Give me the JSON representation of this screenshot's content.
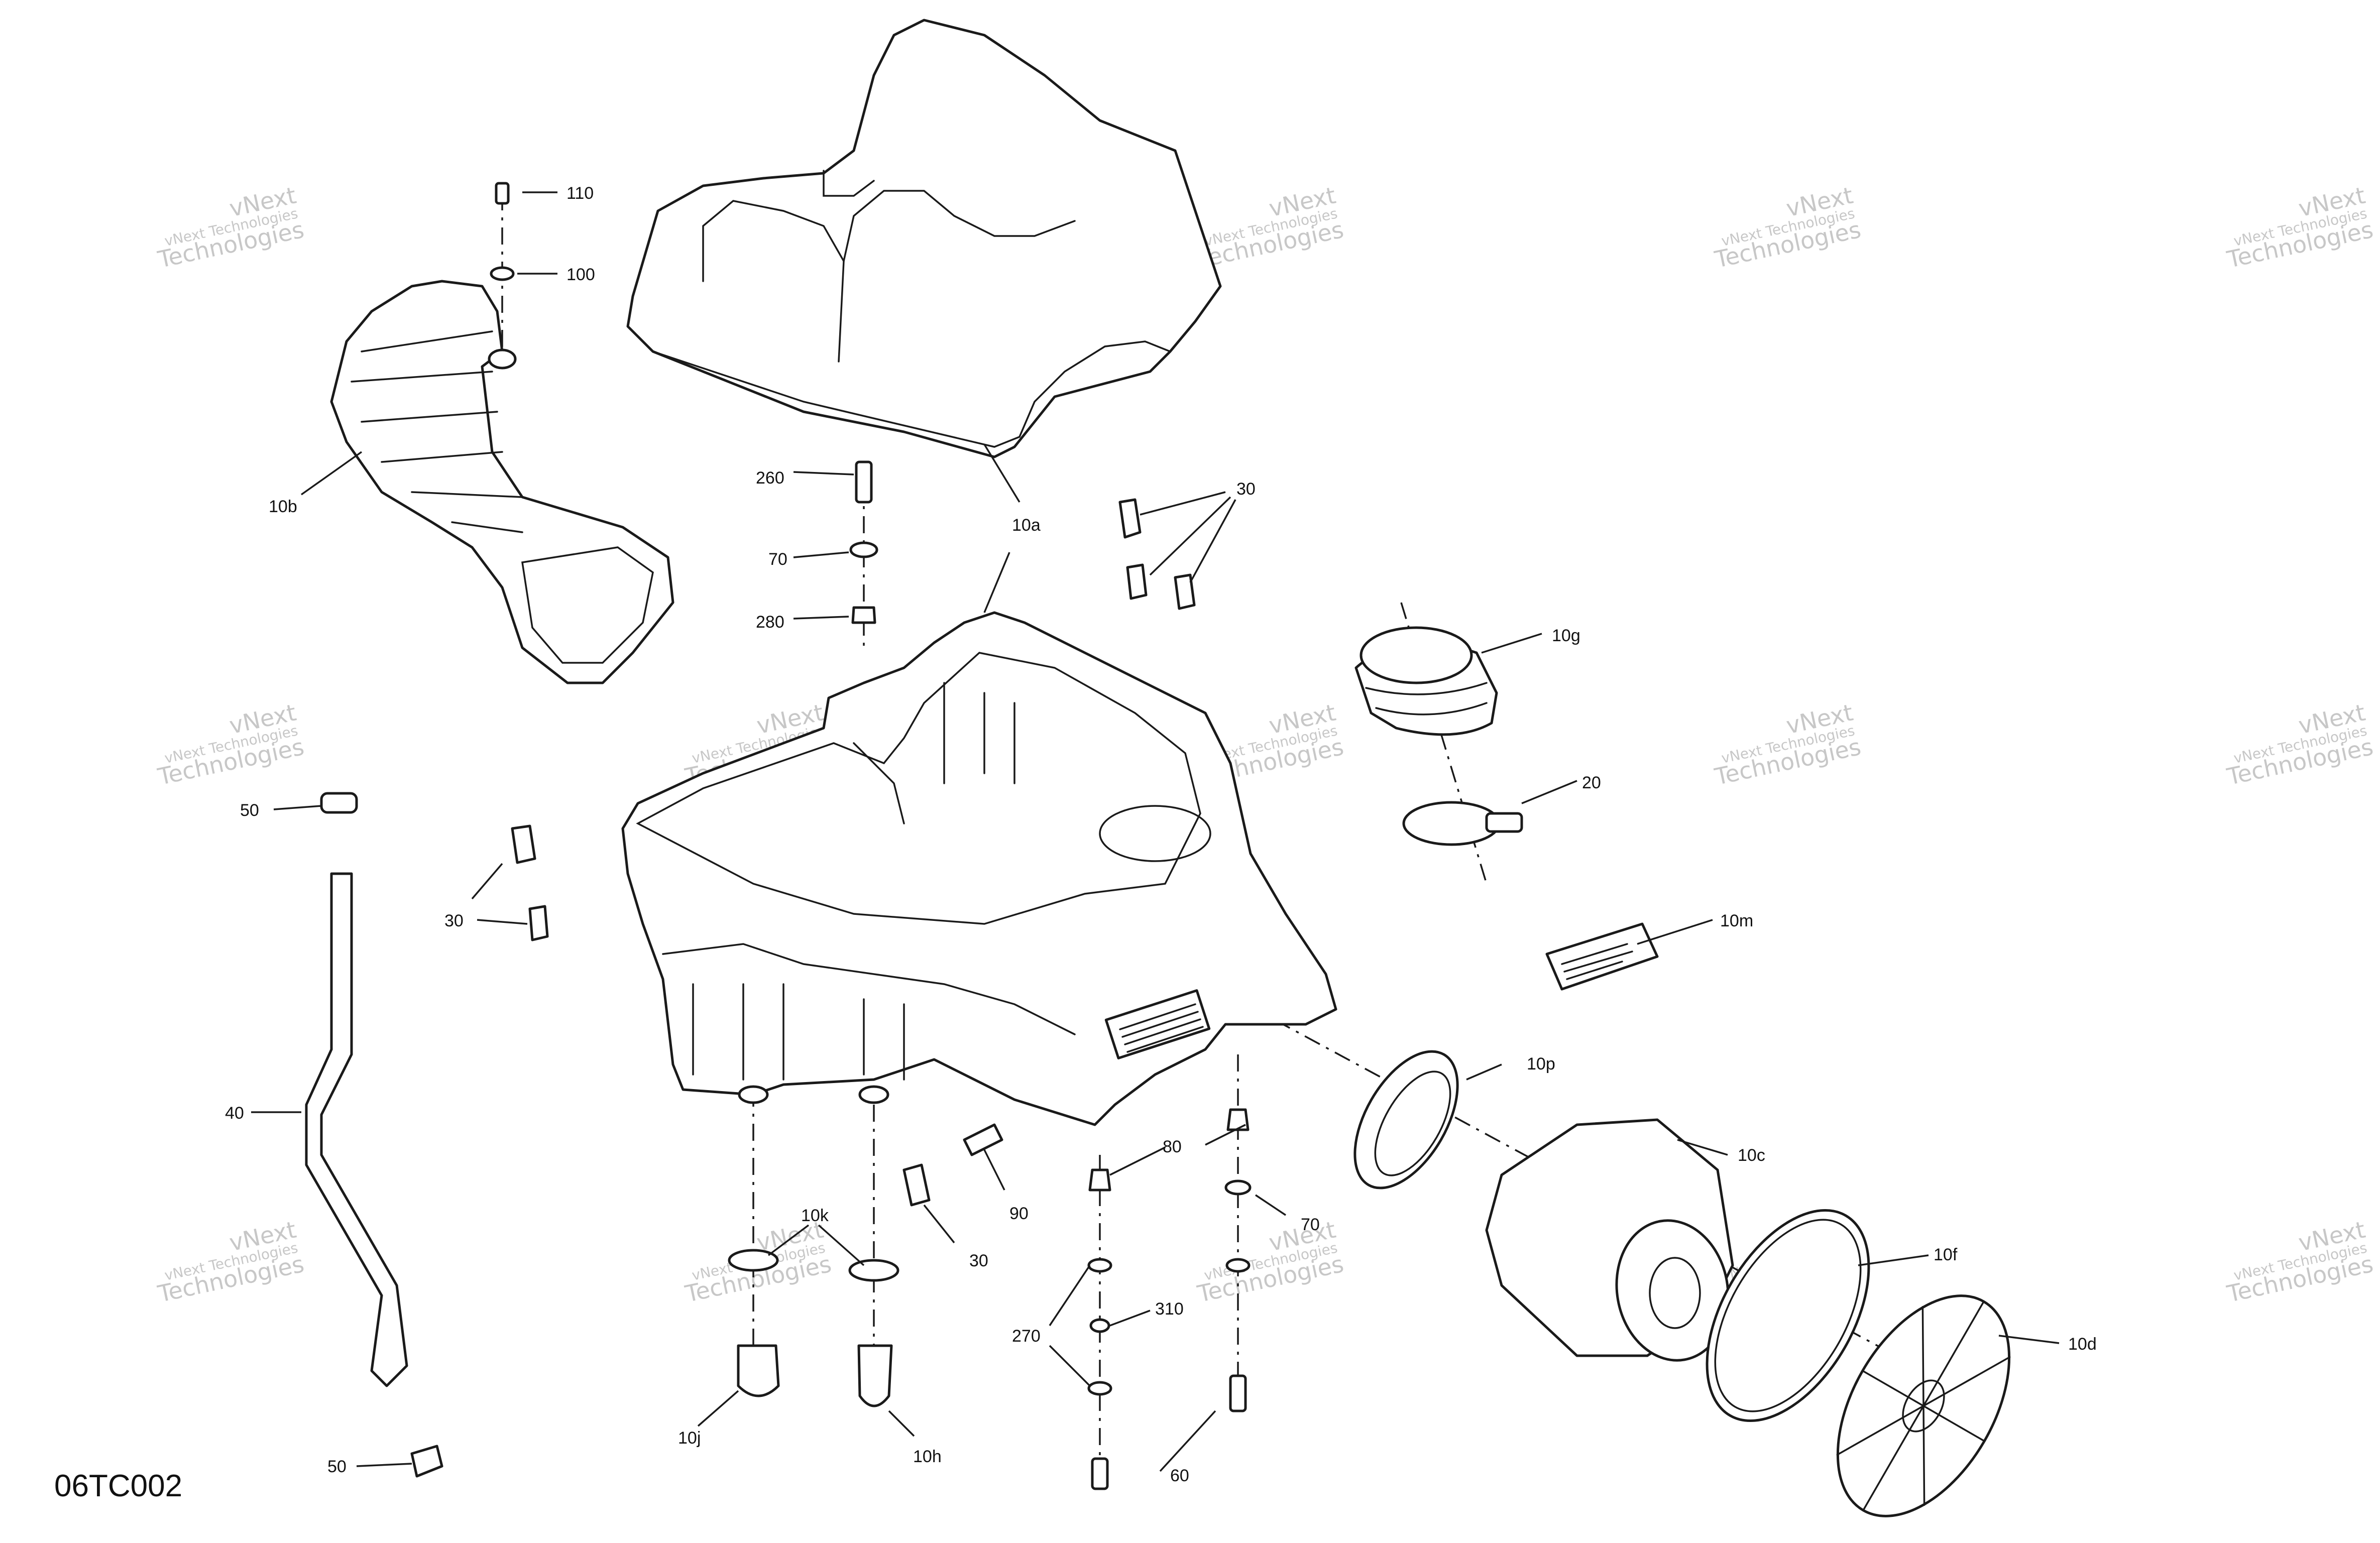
{
  "diagram_code": "06TC002",
  "watermark": {
    "line1": "vNext Technologies",
    "line2": "vNext",
    "line3": "Technologies"
  },
  "callouts": {
    "c110": "110",
    "c100": "100",
    "c10b": "10b",
    "c260": "260",
    "c70_top": "70",
    "c280": "280",
    "c10a": "10a",
    "c30_top": "30",
    "c10g": "10g",
    "c50_top": "50",
    "c30_left": "30",
    "c20": "20",
    "c10m": "10m",
    "c40": "40",
    "c10p": "10p",
    "c80": "80",
    "c10c": "10c",
    "c90": "90",
    "c70_right": "70",
    "c10k": "10k",
    "c30_mid": "30",
    "c10f": "10f",
    "c310": "310",
    "c270": "270",
    "c10d": "10d",
    "c10j": "10j",
    "c10h": "10h",
    "c50_bottom": "50",
    "c60": "60"
  }
}
